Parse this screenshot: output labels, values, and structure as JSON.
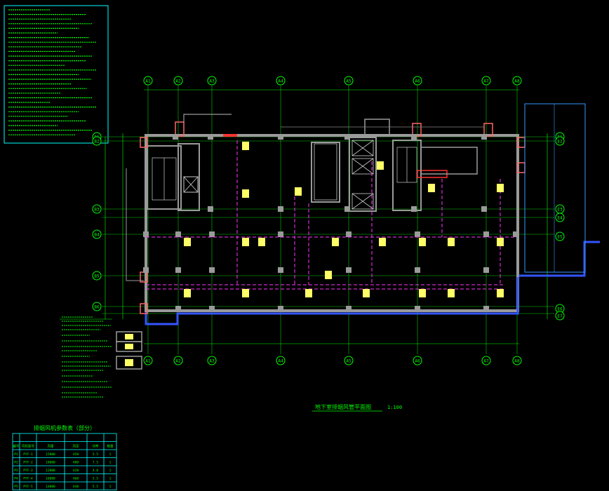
{
  "grid_top": [
    "A1",
    "A2",
    "A3",
    "A4",
    "A5",
    "A6",
    "A7",
    "A8"
  ],
  "grid_right": [
    "E1",
    "E2",
    "E3",
    "E4",
    "E5",
    "E6",
    "E7"
  ],
  "grid_left": [
    "B1",
    "B2",
    "B3",
    "B4",
    "B5",
    "B6"
  ],
  "plan_title": "地下室排烟风管平面图",
  "plan_scale": "1:100",
  "table_title": "排烟风机参数表（部分）",
  "table_headers": [
    "编号",
    "风机型号",
    "风量",
    "风压",
    "功率",
    "数量"
  ],
  "table_rows": [
    [
      "P1",
      "PYF-1",
      "15000",
      "450",
      "5.5",
      "1"
    ],
    [
      "P2",
      "PYF-2",
      "18000",
      "480",
      "7.5",
      "1"
    ],
    [
      "P3",
      "PYF-3",
      "12000",
      "420",
      "4.0",
      "1"
    ],
    [
      "P4",
      "PYF-4",
      "16000",
      "460",
      "5.5",
      "1"
    ],
    [
      "P5",
      "PYF-5",
      "14000",
      "440",
      "5.5",
      "1"
    ]
  ],
  "colors": {
    "green": "#00ff00",
    "cyan": "#00ffff",
    "yellow": "#ffff66",
    "magenta": "#ff33ff",
    "gray": "#9a9a9a",
    "blue": "#3355ff",
    "red": "#ff3333"
  }
}
